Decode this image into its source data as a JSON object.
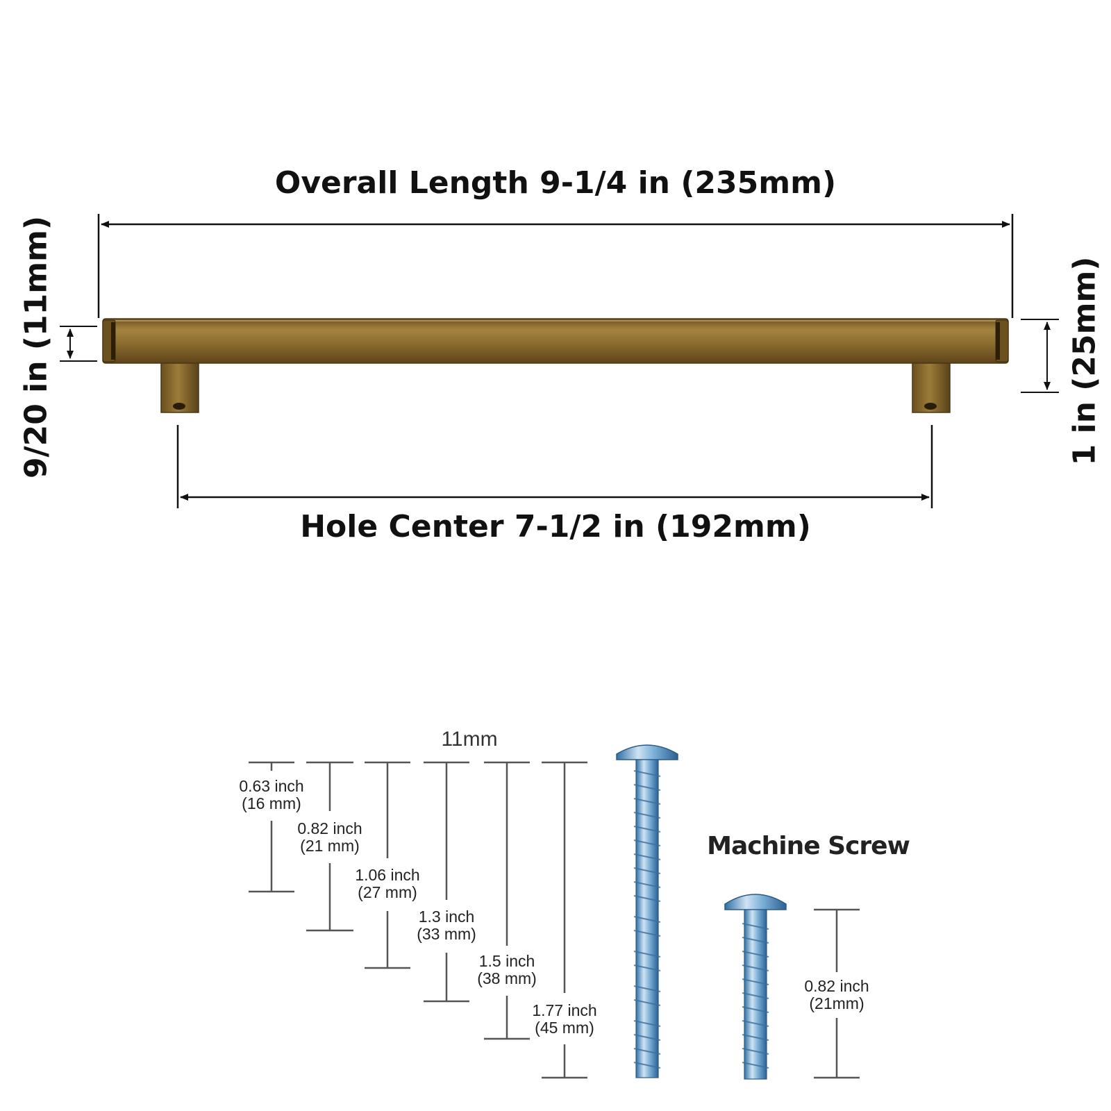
{
  "handle": {
    "overall_length": "Overall Length 9-1/4 in (235mm)",
    "hole_center": "Hole Center 7-1/2 in (192mm)",
    "bar_thickness": "9/20 in (11mm)",
    "projection": "1 in (25mm)",
    "finish_color": "#8a6a2c"
  },
  "screws": {
    "diameter": "11mm",
    "title": "Machine Screw",
    "lengths": [
      {
        "inch": "0.63 inch",
        "mm": "(16 mm)"
      },
      {
        "inch": "0.82 inch",
        "mm": "(21 mm)"
      },
      {
        "inch": "1.06 inch",
        "mm": "(27 mm)"
      },
      {
        "inch": "1.3 inch",
        "mm": "(33 mm)"
      },
      {
        "inch": "1.5 inch",
        "mm": "(38 mm)"
      },
      {
        "inch": "1.77 inch",
        "mm": "(45 mm)"
      }
    ],
    "short_screw": {
      "inch": "0.82 inch",
      "mm": "(21mm)"
    },
    "screw_color": "#5a9ccc"
  }
}
